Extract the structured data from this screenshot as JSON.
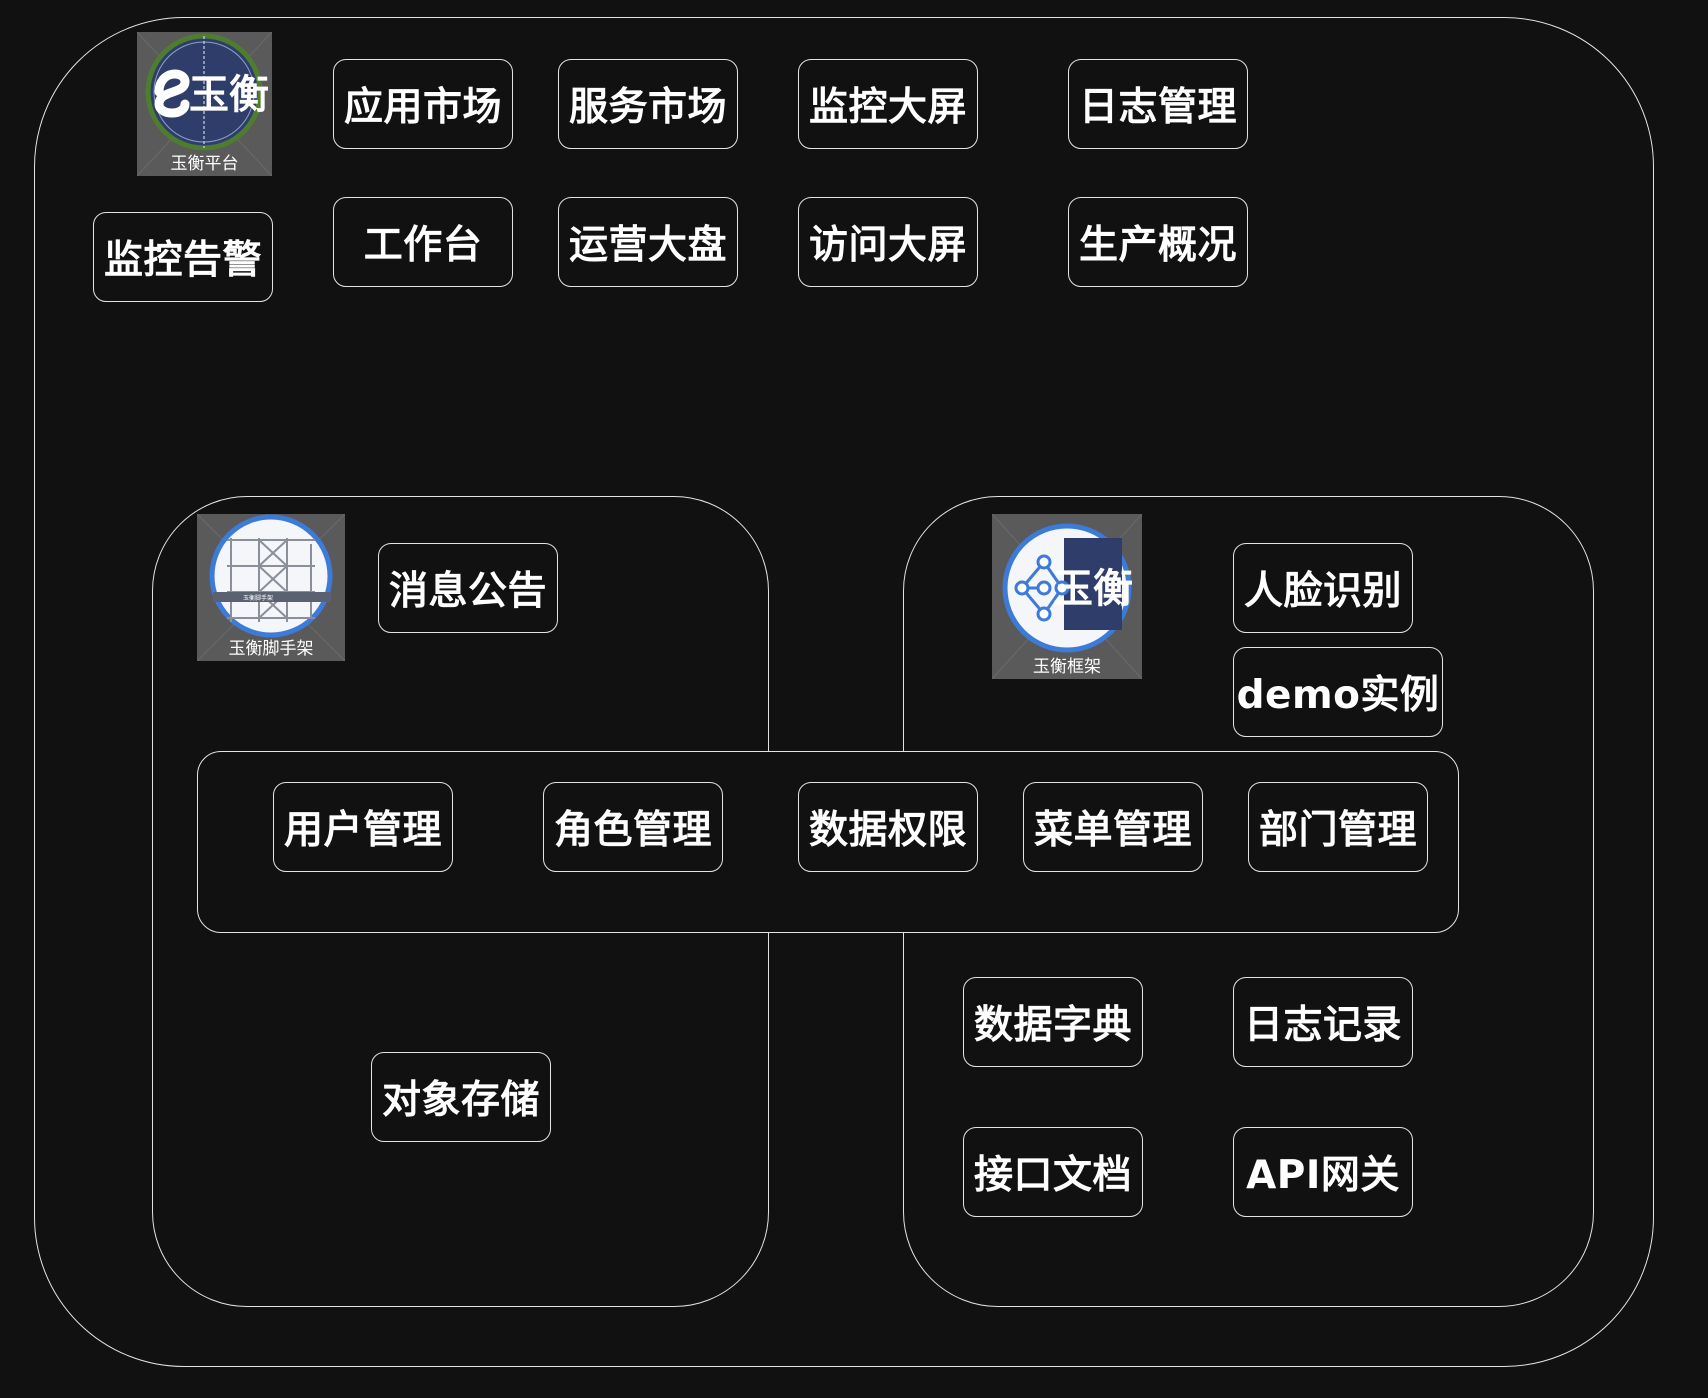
{
  "diagram": {
    "platform": {
      "logo": {
        "icon": "yuheng-platform-logo-icon",
        "mark_text": "玉衡",
        "caption": "玉衡平台"
      },
      "modules": {
        "app_market": "应用市场",
        "service_market": "服务市场",
        "monitor_screen": "监控大屏",
        "log_management": "日志管理",
        "monitor_alert": "监控告警",
        "workbench": "工作台",
        "operations_dashboard": "运营大盘",
        "access_screen": "访问大屏",
        "production_overview": "生产概况"
      }
    },
    "scaffold": {
      "logo": {
        "icon": "yuheng-scaffold-logo-icon",
        "mark_text": "玉衡脚手架",
        "caption": "玉衡脚手架"
      },
      "modules": {
        "message_notice": "消息公告",
        "object_storage": "对象存储"
      }
    },
    "framework": {
      "logo": {
        "icon": "yuheng-framework-logo-icon",
        "mark_text": "玉衡",
        "caption": "玉衡框架"
      },
      "modules": {
        "face_recognition": "人脸识别",
        "demo_example": "demo实例",
        "data_dictionary": "数据字典",
        "log_record": "日志记录",
        "api_docs": "接口文档",
        "api_gateway": "API网关"
      }
    },
    "shared": {
      "modules": {
        "user_management": "用户管理",
        "role_management": "角色管理",
        "data_permission": "数据权限",
        "menu_management": "菜单管理",
        "department_management": "部门管理"
      }
    },
    "colors": {
      "background": "#111111",
      "border": "#e4e4e4",
      "text": "#ffffff",
      "logo_background": "#5a5a5a",
      "logo_navy": "#2f3d6b",
      "logo_ring_green": "#4f7d2f",
      "logo_ring_blue": "#3d7bd9"
    }
  }
}
